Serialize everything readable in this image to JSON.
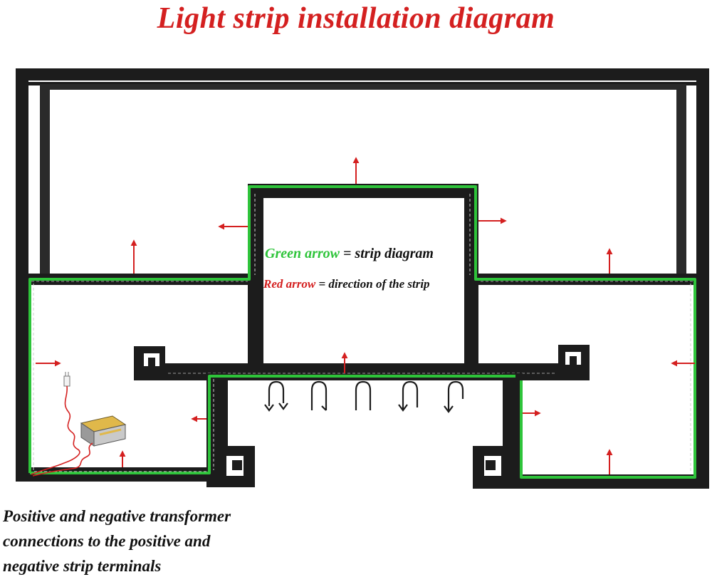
{
  "title": "Light strip installation diagram",
  "colors": {
    "title": "#d42020",
    "frame": "#1c1c1c",
    "strip": "#2ec43a",
    "arrow": "#d42020",
    "text": "#111111"
  },
  "legend": {
    "green_label": "Green arrow",
    "green_rest": " = strip diagram",
    "red_label": "Red arrow",
    "red_rest": " = direction of the strip"
  },
  "caption": {
    "line1": "Positive and negative transformer",
    "line2": "connections to the positive and",
    "line3": "negative strip terminals"
  },
  "icons": {
    "hooks": "hanging-hook-icon",
    "transformer": "power-transformer-icon",
    "plug": "plug-icon"
  },
  "hook_count": 5
}
